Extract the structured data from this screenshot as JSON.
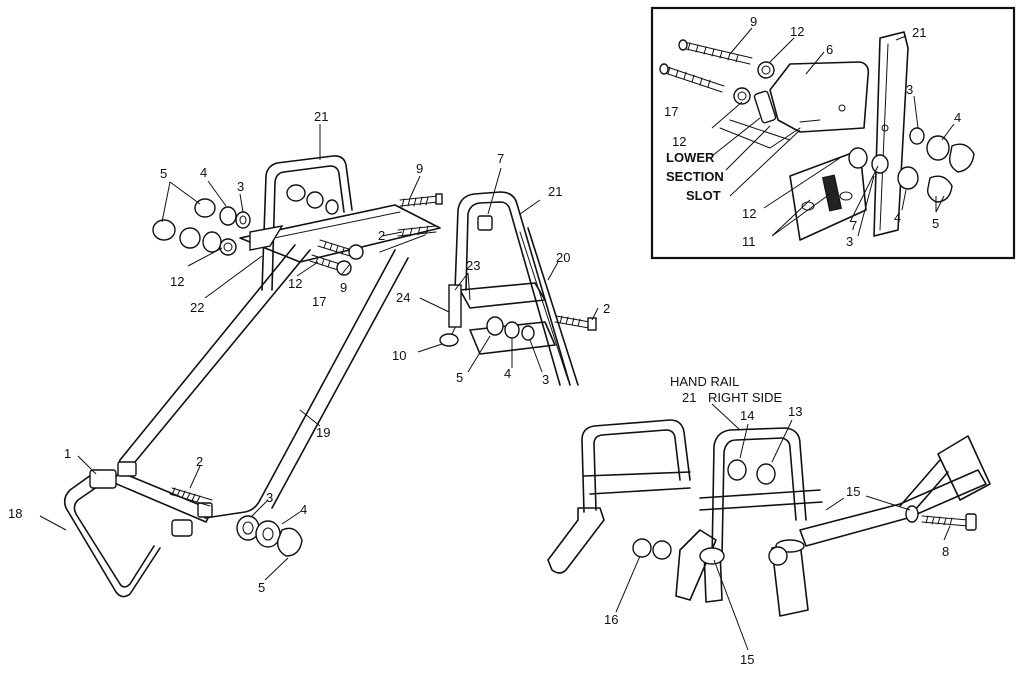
{
  "main_view": {
    "callouts": {
      "n21_top": "21",
      "n5_left": "5",
      "n4_left": "4",
      "n3_left": "3",
      "n12_left": "12",
      "n22": "22",
      "n12_mid": "12",
      "n17": "17",
      "n9_mid": "9",
      "n9_top": "9",
      "n2_upper": "2",
      "n7": "7",
      "n21_right": "21",
      "n20": "20",
      "n23": "23",
      "n24": "24",
      "n2_right": "2",
      "n10": "10",
      "n5_mid": "5",
      "n4_mid": "4",
      "n3_mid": "3",
      "n19": "19",
      "n1": "1",
      "n2_lower": "2",
      "n18": "18",
      "n3_bottom": "3",
      "n4_bottom": "4",
      "n5_bottom": "5"
    }
  },
  "inset_view": {
    "callouts": {
      "n9": "9",
      "n12_top": "12",
      "n21": "21",
      "n6": "6",
      "n17": "17",
      "n12_left": "12",
      "n3_right": "3",
      "n4_right": "4",
      "n12_lower": "12",
      "n7": "7",
      "n11": "11",
      "n4_bottom": "4",
      "n5": "5",
      "n3_bottom": "3"
    },
    "text_labels": {
      "lower": "LOWER",
      "section": "SECTION",
      "slot": "SLOT"
    }
  },
  "handrail_view": {
    "title_line1": "HAND RAIL",
    "title_line2": "RIGHT SIDE",
    "callouts": {
      "n21": "21",
      "n14": "14",
      "n13": "13",
      "n15_right": "15",
      "n8": "8",
      "n16": "16",
      "n15_bottom": "15"
    }
  }
}
